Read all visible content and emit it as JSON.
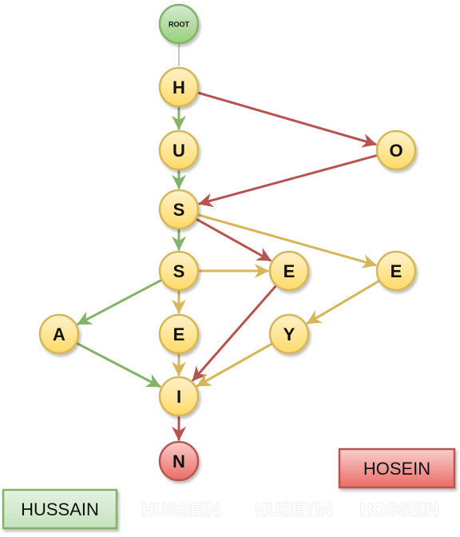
{
  "colors": {
    "green": "#82b366",
    "red": "#b85450",
    "yellow": "#d6b656",
    "gray": "#b0b0b0",
    "node_yellow_fill": "#ffd966",
    "node_yellow_stroke": "#d6b656",
    "node_green_fill": "#97d077",
    "node_green_stroke": "#82b366",
    "node_red_fill": "#ea6b66",
    "node_red_stroke": "#b85450"
  },
  "nodes": {
    "root": {
      "label": "ROOT",
      "color": "green"
    },
    "h": {
      "label": "H",
      "color": "yellow"
    },
    "u": {
      "label": "U",
      "color": "yellow"
    },
    "o": {
      "label": "O",
      "color": "yellow"
    },
    "s1": {
      "label": "S",
      "color": "yellow"
    },
    "s2": {
      "label": "S",
      "color": "yellow"
    },
    "e1": {
      "label": "E",
      "color": "yellow"
    },
    "e2": {
      "label": "E",
      "color": "yellow"
    },
    "a": {
      "label": "A",
      "color": "yellow"
    },
    "e3": {
      "label": "E",
      "color": "yellow"
    },
    "y": {
      "label": "Y",
      "color": "yellow"
    },
    "i": {
      "label": "I",
      "color": "yellow"
    },
    "n": {
      "label": "N",
      "color": "red"
    }
  },
  "edges": [
    {
      "from": "root",
      "to": "h",
      "color": "gray"
    },
    {
      "from": "h",
      "to": "u",
      "color": "green"
    },
    {
      "from": "u",
      "to": "s1",
      "color": "green"
    },
    {
      "from": "s1",
      "to": "s2",
      "color": "green"
    },
    {
      "from": "s2",
      "to": "a",
      "color": "green"
    },
    {
      "from": "a",
      "to": "i",
      "color": "green"
    },
    {
      "from": "h",
      "to": "o",
      "color": "red"
    },
    {
      "from": "o",
      "to": "s1",
      "color": "red"
    },
    {
      "from": "s1",
      "to": "e1",
      "color": "red"
    },
    {
      "from": "e1",
      "to": "i",
      "color": "red"
    },
    {
      "from": "i",
      "to": "n",
      "color": "red"
    },
    {
      "from": "s1",
      "to": "e2",
      "color": "yellow"
    },
    {
      "from": "s2",
      "to": "e1",
      "color": "yellow"
    },
    {
      "from": "s2",
      "to": "e3",
      "color": "yellow"
    },
    {
      "from": "e3",
      "to": "i",
      "color": "yellow"
    },
    {
      "from": "e2",
      "to": "y",
      "color": "yellow"
    },
    {
      "from": "y",
      "to": "i",
      "color": "yellow"
    }
  ],
  "names": {
    "hussain": {
      "text": "HUSSAIN",
      "fill": "#d5e8d4",
      "stroke": "#82b366"
    },
    "hosein": {
      "text": "HOSEIN",
      "fill": "#f8cecc",
      "stroke": "#b85450"
    },
    "hussein": "HUSSEIN",
    "huseyin": "HUSEYIN",
    "hossein": "HOSSEIN"
  }
}
